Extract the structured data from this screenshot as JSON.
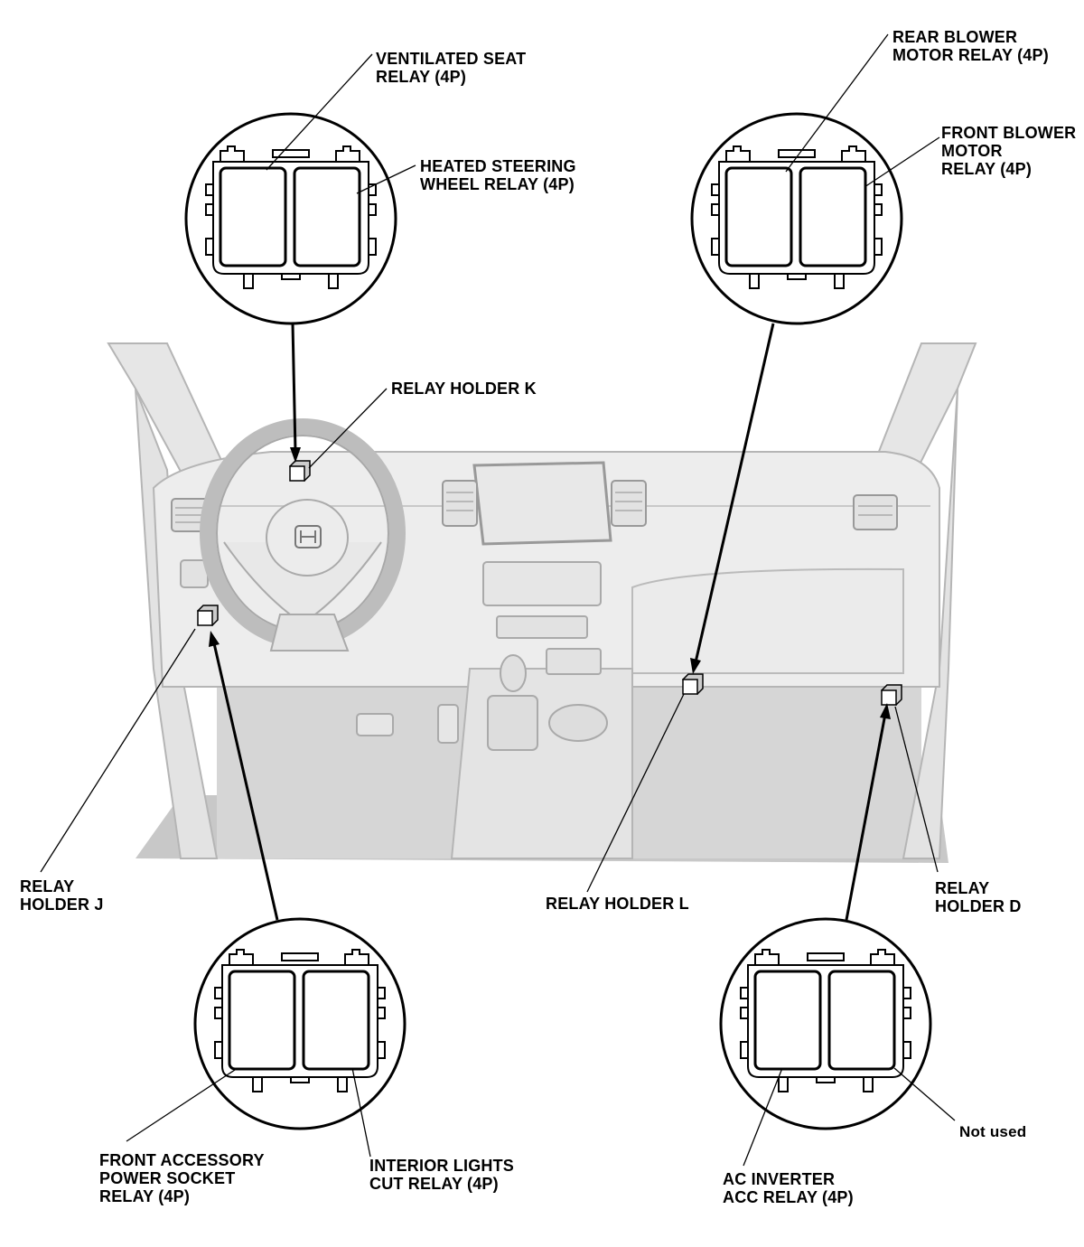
{
  "labels": {
    "ventilated_seat": "VENTILATED SEAT\nRELAY (4P)",
    "heated_steering": "HEATED STEERING\nWHEEL RELAY (4P)",
    "rear_blower": "REAR BLOWER\nMOTOR RELAY (4P)",
    "front_blower": "FRONT BLOWER\nMOTOR\nRELAY (4P)",
    "holder_k": "RELAY HOLDER K",
    "holder_j": "RELAY\nHOLDER J",
    "holder_l": "RELAY HOLDER L",
    "holder_d": "RELAY\nHOLDER D",
    "front_accessory": "FRONT ACCESSORY\nPOWER SOCKET\nRELAY (4P)",
    "interior_lights": "INTERIOR LIGHTS\nCUT RELAY (4P)",
    "ac_inverter": "AC INVERTER\nACC RELAY (4P)",
    "not_used": "Not used"
  },
  "icons": {
    "steering_emblem": "honda-logo-icon",
    "relay": "relay-icon"
  },
  "colors": {
    "line": "#000000",
    "dash_fill": "#eeeeee",
    "floor_fill": "#cfcfcf",
    "stroke_light": "#b5b5b5"
  }
}
